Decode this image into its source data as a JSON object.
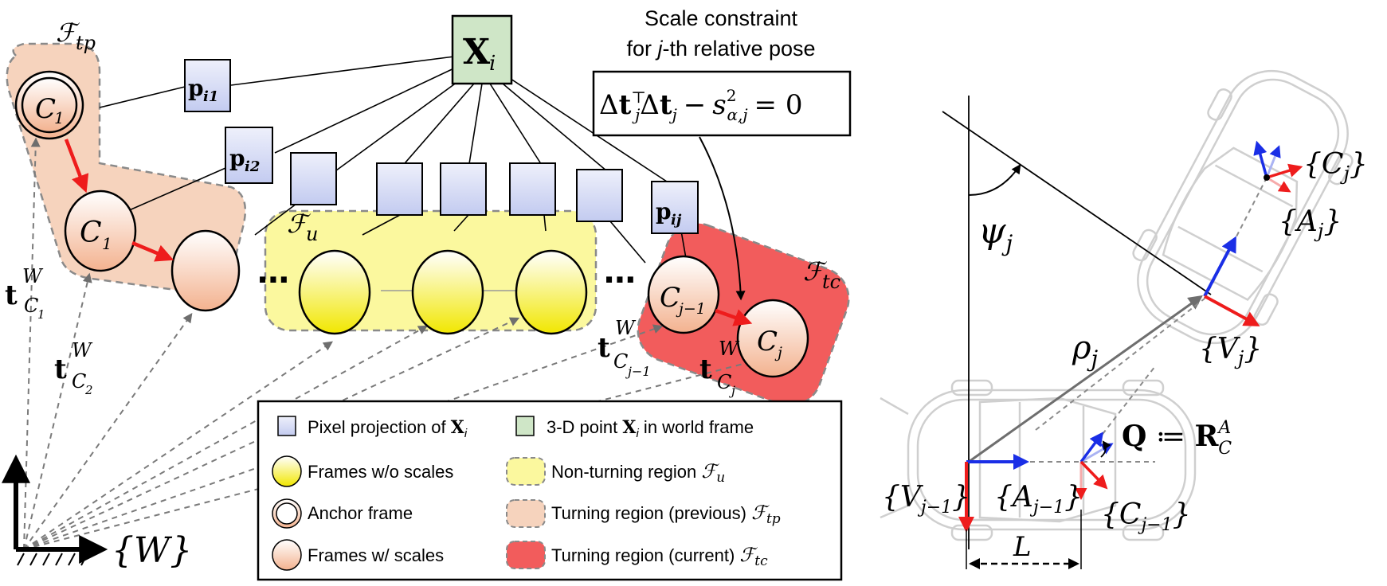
{
  "symbols": {
    "point": "X",
    "point_sub": "i",
    "proj1": "p",
    "proj1_sub": "i1",
    "proj2": "p",
    "proj2_sub": "i2",
    "projj": "p",
    "projj_sub": "ij",
    "C": "C",
    "sub1": "1",
    "subjm1": "j−1",
    "subj": "j",
    "F": "ℱ",
    "F_tp_sub": "tp",
    "F_u_sub": "u",
    "F_tc_sub": "tc",
    "t": "t",
    "W": "W",
    "sub2": "2",
    "world_frame": "{W}",
    "dots": "⋯"
  },
  "scale_constraint": {
    "line1": "Scale constraint",
    "line2_pre": "for ",
    "line2_j": "j",
    "line2_post": "-th relative pose",
    "eq_delta": "Δ",
    "eq_t": "t",
    "eq_T": "⊤",
    "eq_j": "j",
    "eq_minus": "−",
    "eq_s": "s",
    "eq_s_sub": "α,j",
    "eq_sq": "2",
    "eq_rhs": "= 0"
  },
  "legend": {
    "pixel_projection": "Pixel projection of ",
    "pixel_projection_X": "X",
    "pixel_projection_i": "i",
    "point_3d_pre": "3-D point ",
    "point_3d_X": "X",
    "point_3d_i": "i",
    "point_3d_post": " in world frame",
    "frames_wo_scales": "Frames w/o scales",
    "non_turning": "Non-turning region ",
    "anchor_frame": "Anchor frame",
    "turning_prev": "Turning region (previous) ",
    "frames_w_scales": "Frames w/ scales",
    "turning_curr": "Turning region (current) "
  },
  "right_panel": {
    "psi": "ψ",
    "rho": "ρ",
    "j": "j",
    "Cj": "{C",
    "Aj": "{A",
    "Vj": "{V",
    "close": "}",
    "Vjm1": "{V",
    "Ajm1": "{A",
    "Cjm1": "{C",
    "jm1": "j−1",
    "Q": "Q",
    "assign": " ≔ ",
    "R": "R",
    "R_sup": "A",
    "R_sub": "C",
    "L": "L"
  },
  "colors": {
    "turning_prev": "#f6d3bd",
    "turning_curr": "#f25c5c",
    "non_turning": "#fbf89e",
    "proj_box": "#d4d9f4",
    "point_box": "#cfe6c7",
    "red_arrow": "#ee1c1c",
    "blue_axis": "#1a2ee6",
    "car_outline": "#cfcfcf"
  }
}
